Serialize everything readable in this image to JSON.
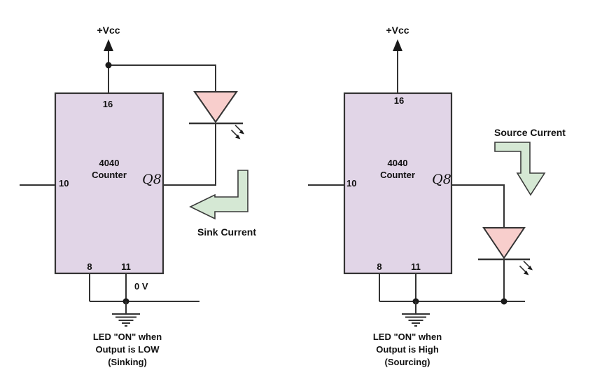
{
  "colors": {
    "chip_fill": "#e1d5e7",
    "led_fill": "#f8cecc",
    "arrow_fill": "#d5e8d4",
    "wire": "#333333",
    "text": "#111111"
  },
  "left": {
    "vcc_label": "+Vcc",
    "pin_top": "16",
    "pin_clock": "10",
    "pin_output": "Q8",
    "pin_gnd_1": "8",
    "pin_gnd_2": "11",
    "chip_line1": "4040",
    "chip_line2": "Counter",
    "zero_volt": "0 V",
    "current_arrow_label": "Sink Current",
    "caption": [
      "LED \"ON\" when",
      "Output is LOW",
      "(Sinking)"
    ]
  },
  "right": {
    "vcc_label": "+Vcc",
    "pin_top": "16",
    "pin_clock": "10",
    "pin_output": "Q8",
    "pin_gnd_1": "8",
    "pin_gnd_2": "11",
    "chip_line1": "4040",
    "chip_line2": "Counter",
    "current_arrow_label": "Source Current",
    "caption": [
      "LED \"ON\" when",
      "Output is High",
      "(Sourcing)"
    ]
  }
}
